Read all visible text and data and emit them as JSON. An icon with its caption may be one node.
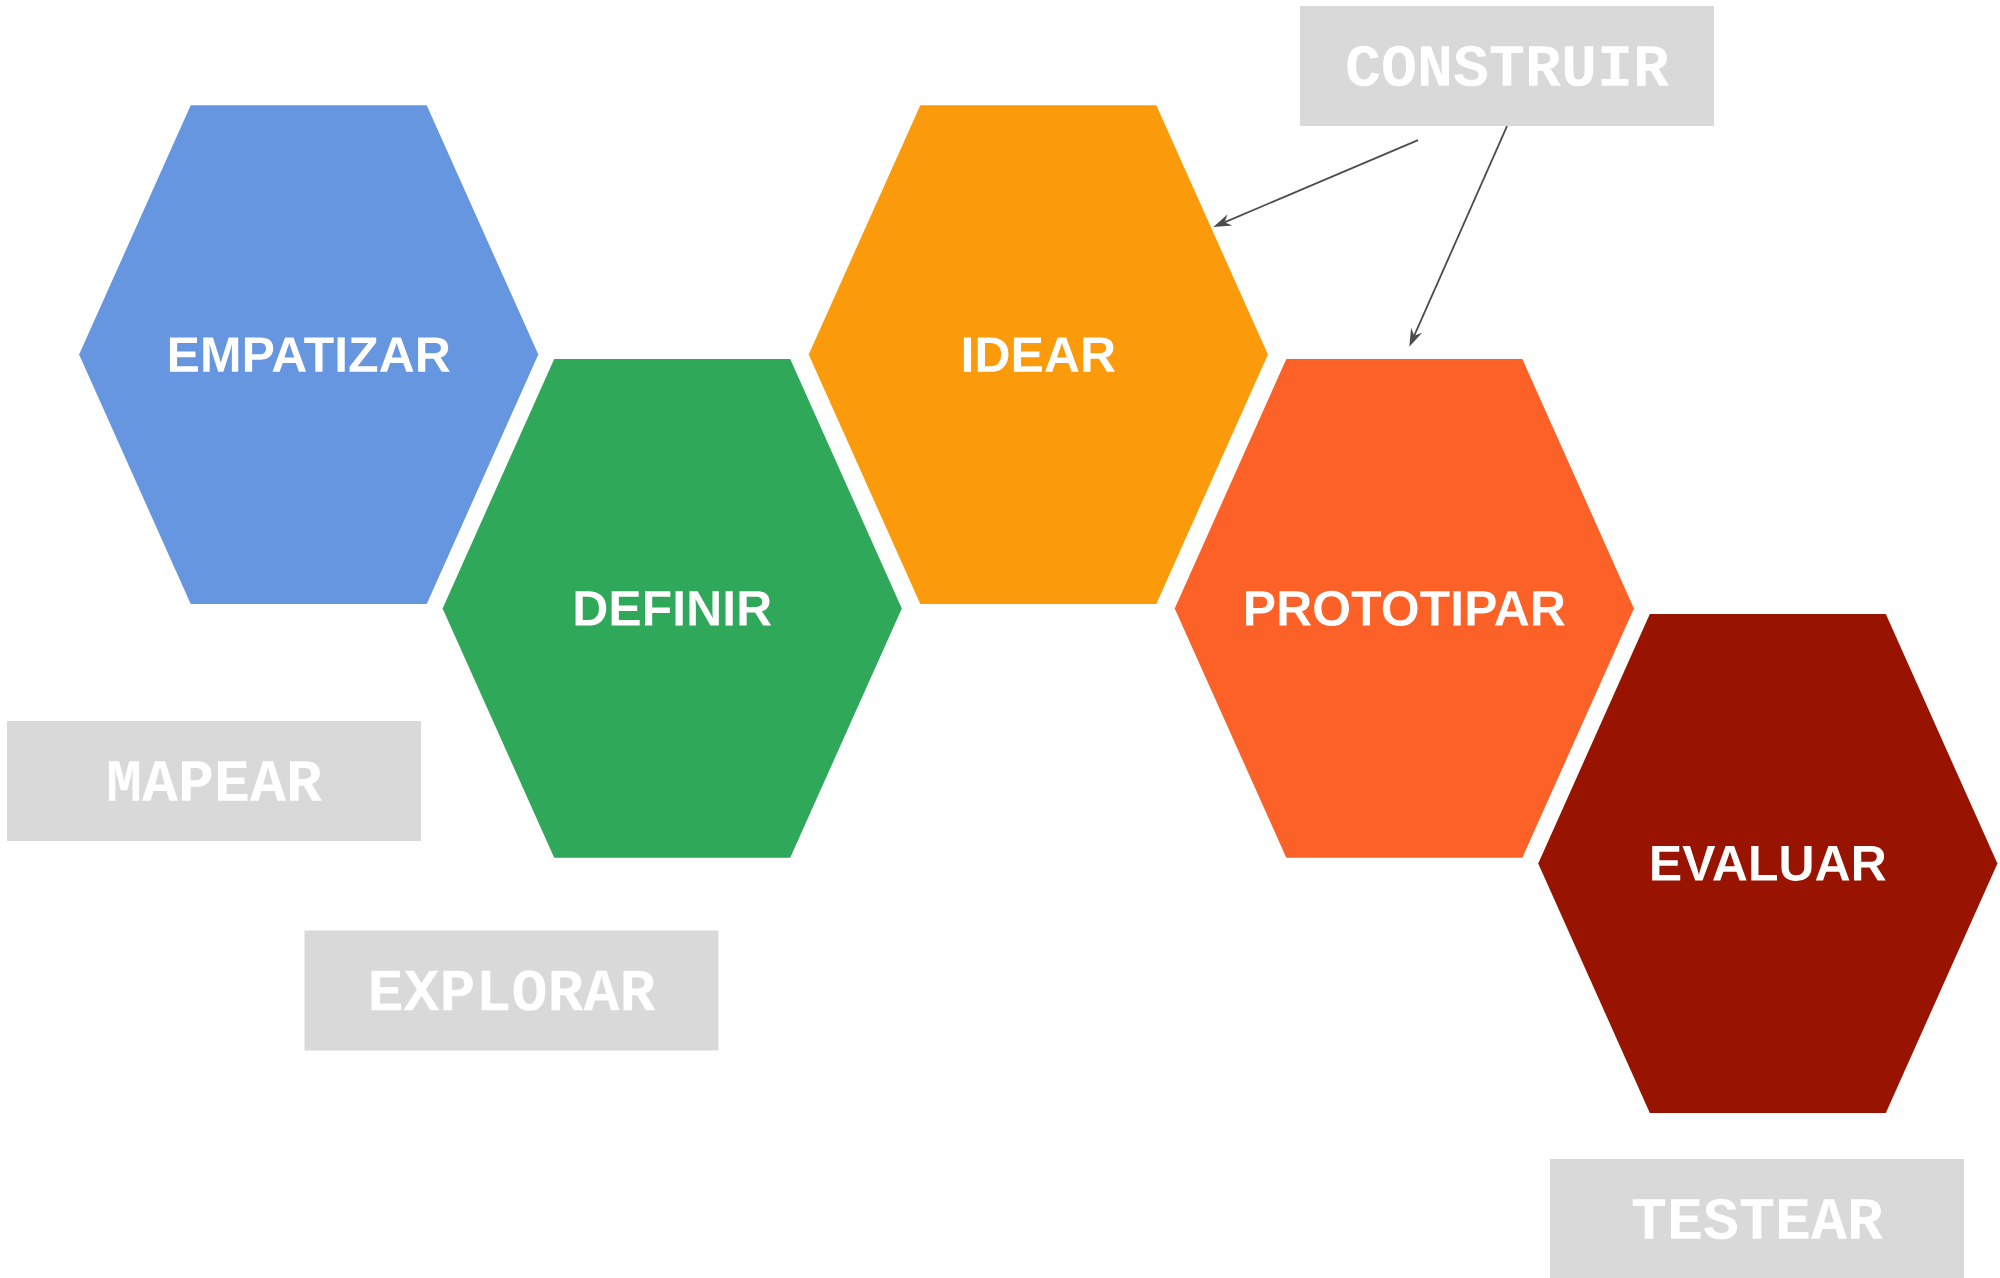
{
  "diagram": {
    "nodes": [
      {
        "text": [
          "EMPATIZAR"
        ]
      },
      {
        "text": [
          "DEFINIR"
        ]
      },
      {
        "text": [
          "IDEAR"
        ]
      },
      {
        "text": [
          "PROTOTIPAR"
        ]
      },
      {
        "text": [
          "EVALUAR"
        ]
      },
      {
        "text": [
          "CONSTRUIR"
        ]
      },
      {
        "text": [
          "MAPEAR"
        ]
      },
      {
        "text": [
          "EXPLORAR"
        ]
      },
      {
        "text": [
          "TESTEAR"
        ]
      }
    ],
    "edges": [
      {
        "from": 5,
        "to": 2,
        "arrow": "to"
      },
      {
        "from": 5,
        "to": 3,
        "arrow": "to"
      }
    ]
  }
}
